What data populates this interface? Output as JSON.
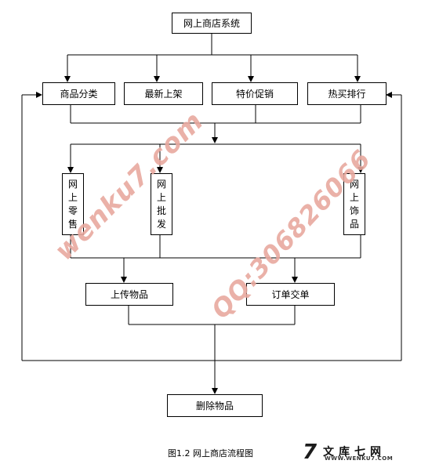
{
  "nodes": {
    "root": "网上商店系统",
    "category": "商品分类",
    "newest": "最新上架",
    "promotion": "特价促销",
    "hot": "热买排行",
    "retail": [
      "网",
      "上",
      "零",
      "售"
    ],
    "wholesale": [
      "网",
      "上",
      "批",
      "发"
    ],
    "accessories": [
      "网",
      "上",
      "饰",
      "品"
    ],
    "upload": "上传物品",
    "order": "订单交单",
    "delete": "删除物品"
  },
  "caption": "图1.2  网上商店流程图",
  "watermark": {
    "site": "wenku7.com",
    "qq": "QQ:306826066"
  },
  "logo": {
    "cn": "文库七网",
    "url": "WWW.WENKU7.COM"
  },
  "colors": {
    "line": "#000000",
    "watermark": "#e8a99f"
  }
}
